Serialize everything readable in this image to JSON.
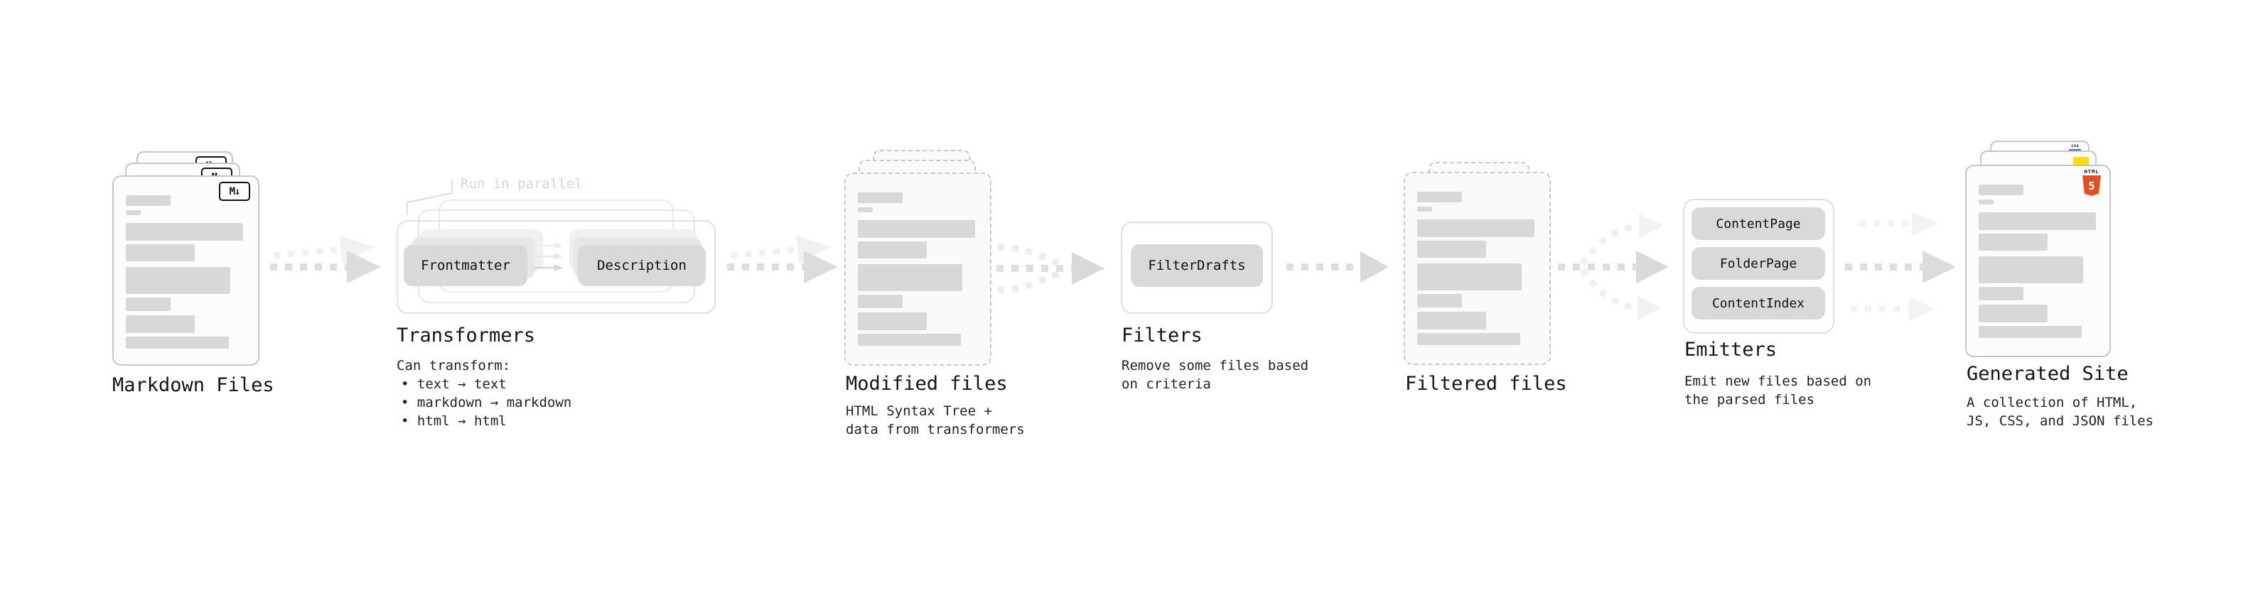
{
  "stages": {
    "markdown_files": {
      "label": "Markdown Files",
      "badge": "M↓"
    },
    "transformers": {
      "label": "Transformers",
      "callout": "Run in parallel",
      "chip_left": "Frontmatter",
      "chip_right": "Description",
      "desc_heading": "Can transform:",
      "bullets": [
        "• text → text",
        "• markdown → markdown",
        "• html → html"
      ]
    },
    "modified_files": {
      "label": "Modified files",
      "desc_line1": "HTML Syntax Tree +",
      "desc_line2": "data from transformers"
    },
    "filters": {
      "label": "Filters",
      "chip": "FilterDrafts",
      "desc_line1": "Remove some files based",
      "desc_line2": "on criteria"
    },
    "filtered_files": {
      "label": "Filtered files"
    },
    "emitters": {
      "label": "Emitters",
      "chips": [
        "ContentPage",
        "FolderPage",
        "ContentIndex"
      ],
      "desc_line1": "Emit new files based on",
      "desc_line2": "the parsed files"
    },
    "generated_site": {
      "label": "Generated Site",
      "badge_css": "css",
      "badge_html_text": "HTML",
      "badge_html_number": "5",
      "desc_line1": "A collection of HTML,",
      "desc_line2": "JS, CSS, and JSON files"
    }
  },
  "colors": {
    "html5_orange": "#e34f26",
    "js_yellow": "#ffdf00",
    "css_blue": "#2b65f0",
    "chip_gray": "#d9d9d9",
    "placeholder_bar_gray": "#d8d8d8",
    "arrow_dark": "#dedede",
    "arrow_light": "#f1f1f1"
  }
}
